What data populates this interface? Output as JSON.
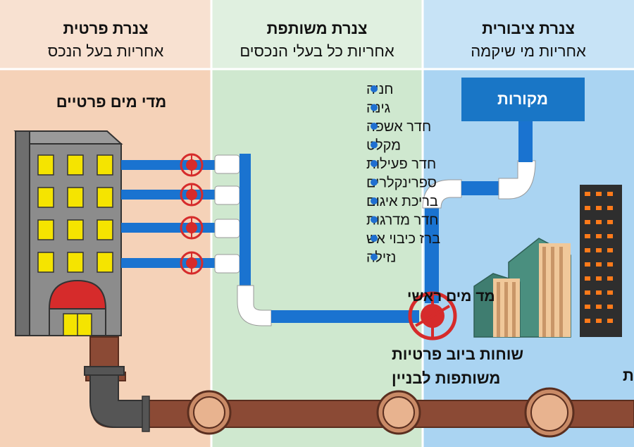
{
  "columns": {
    "private": {
      "title": "צנרת פרטית",
      "subtitle": "אחריות בעל הנכס",
      "color": "#f5d2b8"
    },
    "shared": {
      "title": "צנרת משותפת",
      "subtitle": "אחריות כל בעלי הנכסים",
      "color": "#cfe8cf"
    },
    "public": {
      "title": "צנרת ציבורית",
      "subtitle": "אחריות מי שיקמה",
      "color": "#aad4f2"
    }
  },
  "labels": {
    "private_meters": "מדי מים פרטיים",
    "source": "מקורות",
    "main_meter": "מד מים ראשי",
    "shared_sewer_line1": "שוחות ביוב פרטיות",
    "shared_sewer_line2": "משותפות לבניין",
    "city_sewer": "שוחת ביוב עירונית"
  },
  "shared_items": [
    "חניה",
    "גינה",
    "חדר אשפה",
    "מקלט",
    "חדר פעילות",
    "ספרינקלרים",
    "בריכת איגום",
    "חדר מדרגות",
    "ברז כיבוי אש",
    "נזילה"
  ],
  "colors": {
    "water_pipe": "#1a73d0",
    "valve": "#d62b2b",
    "sewer_pipe": "#8b4a35",
    "bullet": "#1f6fd0"
  }
}
